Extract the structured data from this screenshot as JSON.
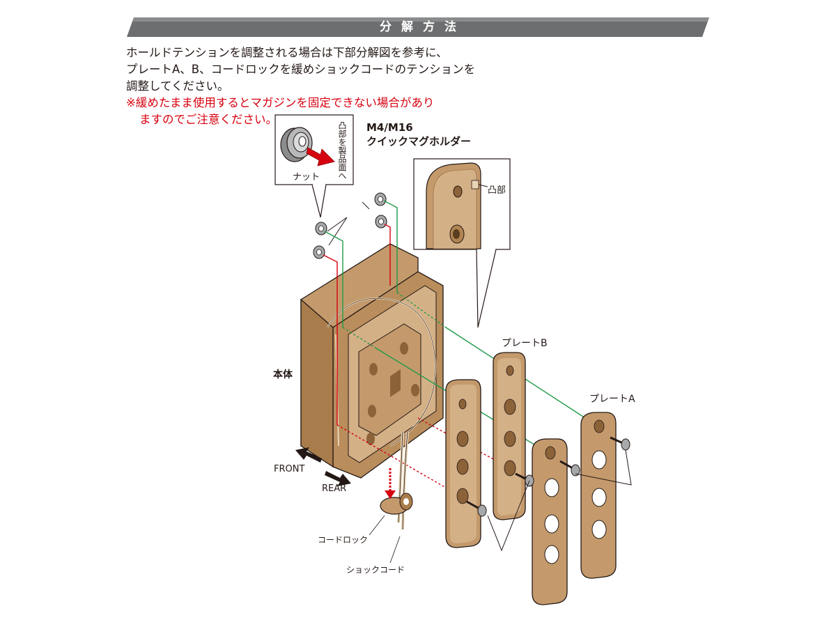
{
  "header": {
    "title": "分解方法"
  },
  "instructions": {
    "lines": [
      "ホールドテンションを調整される場合は下部分解図を参考に、",
      "プレートA、B、コードロックを緩めショックコードのテンションを",
      "調整してください。"
    ],
    "warning_lines": [
      "※緩めたまま使用するとマガジンを固定できない場合があり",
      "ますのでご注意ください。"
    ]
  },
  "product": {
    "line1": "M4/M16",
    "line2": "クイックマグホルダー"
  },
  "callouts": {
    "nut_label": "ナット",
    "nut_direction": "凸部を製品面へ",
    "boss_label": "凸部"
  },
  "parts": {
    "body": "本体",
    "plate_b": "プレートB",
    "plate_a": "プレートA",
    "cord_lock": "コードロック",
    "shock_cord": "ショックコード"
  },
  "directions": {
    "front": "FRONT",
    "rear": "REAR"
  },
  "colors": {
    "header_bg": "#6d6e70",
    "warning": "#d7000f",
    "tan": "#c49a6c",
    "tan_dark": "#8c6239",
    "guide_green": "#1f9a48",
    "guide_red": "#d7000f"
  }
}
